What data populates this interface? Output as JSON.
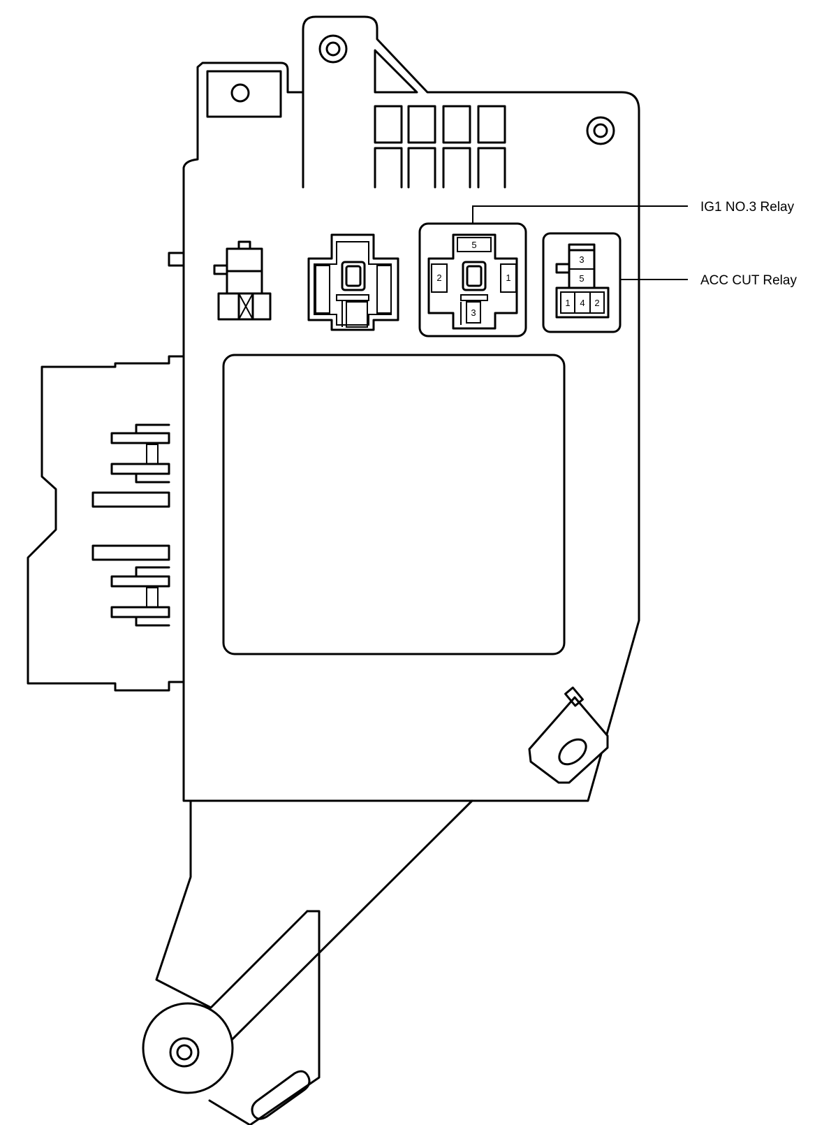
{
  "labels": {
    "ig1_no3_relay": "IG1 NO.3 Relay",
    "acc_cut_relay": "ACC CUT Relay"
  },
  "ig1_no3_relay_pins": {
    "top": "5",
    "left": "2",
    "right": "1",
    "bottom": "3"
  },
  "acc_cut_relay_pins": {
    "top": "3",
    "middle": "5",
    "bottom_left": "1",
    "bottom_center": "4",
    "bottom_right": "2"
  }
}
